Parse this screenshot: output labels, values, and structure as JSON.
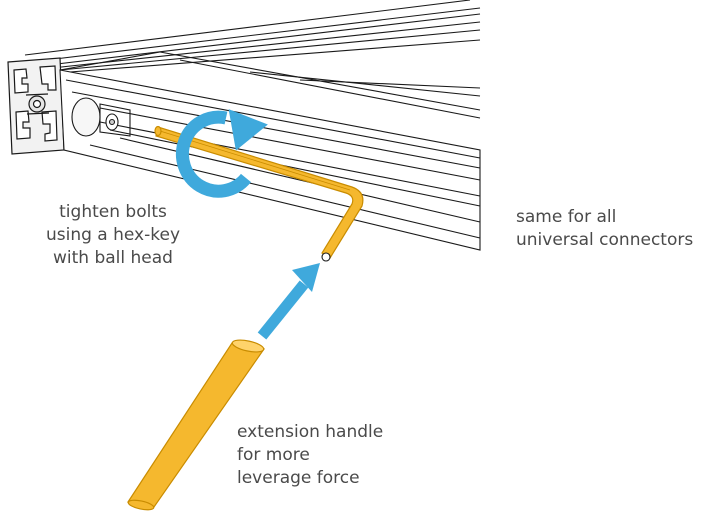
{
  "labels": {
    "tighten": "tighten bolts\nusing a hex-key\nwith ball head",
    "same": "same for all\nuniversal connectors",
    "extension": "extension handle\nfor more\nleverage force"
  },
  "colors": {
    "hex_key": "#f5b82e",
    "hex_key_outline": "#c98c00",
    "arrow": "#3fa9dc",
    "profile_outline": "#1a1a1a",
    "text": "#4a4a4a"
  },
  "icons": {
    "rotation": "rotate-clockwise-icon",
    "insert": "arrow-up-right-icon"
  }
}
